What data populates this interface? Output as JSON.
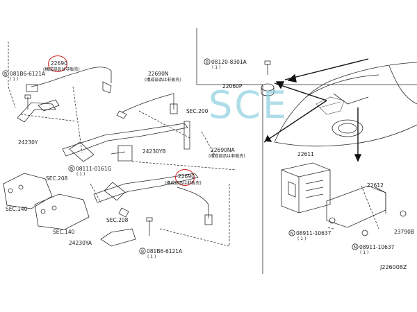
{
  "labels": {
    "p22690_top": "22690",
    "p22690_top_note": "(構成部品は非販売)",
    "b081B6_top": "081B6-6121A",
    "b081B6_top_qty": "( 1 )",
    "p24230Y": "24230Y",
    "p22690N": "22690N",
    "p22690N_note": "(構成部品は非販売)",
    "sec200_a": "SEC.200",
    "p22690NA": "22690NA",
    "p22690NA_note": "(構成部品は非販売)",
    "p24230YB": "24230YB",
    "b08111": "08111-0161G",
    "b08111_qty": "( 1 )",
    "p22690_mid": "22690",
    "p22690_mid_note": "(構成部品は非販売)",
    "sec208_a": "SEC.208",
    "sec140_a": "SEC.140",
    "sec208_b": "SEC.208",
    "sec140_b": "SEC.140",
    "p24230YA": "24230YA",
    "b081B6_bot": "081B6-6121A",
    "b081B6_bot_qty": "( 1 )",
    "b08120": "08120-8301A",
    "b08120_qty": "( 1 )",
    "p22060P": "22060P",
    "p22611": "22611",
    "p22612": "22612",
    "n08911_a": "08911-10637",
    "n08911_a_qty": "( 1 )",
    "n08911_b": "08911-10637",
    "n08911_b_qty": "( 1 )",
    "p23790B": "23790B",
    "diagram_code": "J226008Z"
  },
  "watermark": "SCE",
  "colors": {
    "line": "#2a2a2a",
    "highlight_circle": "#d0201c",
    "watermark": "#6cc3d8"
  }
}
